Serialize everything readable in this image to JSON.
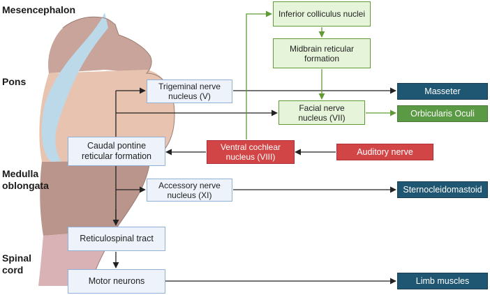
{
  "regions": {
    "mesencephalon": "Mesencephalon",
    "pons": "Pons",
    "medulla": "Medulla\noblongata",
    "spinal": "Spinal\ncord"
  },
  "nodes": {
    "inferior_colliculus": "Inferior colliculus nuclei",
    "midbrain_reticular": "Midbrain reticular formation",
    "trigeminal": "Trigeminal nerve nucleus (V)",
    "facial": "Facial nerve nucleus (VII)",
    "caudal_pontine": "Caudal pontine reticular formation",
    "ventral_cochlear": "Ventral cochlear nucleus (VIII)",
    "auditory_nerve": "Auditory nerve",
    "accessory": "Accessory nerve nucleus (XI)",
    "reticulospinal": "Reticulospinal tract",
    "motor_neurons": "Motor neurons",
    "masseter": "Masseter",
    "orbicularis": "Orbicularis Oculi",
    "sternocleidomastoid": "Sternocleidomastoid",
    "limb_muscles": "Limb muscles"
  },
  "colors": {
    "blue_fill": "#edf2fb",
    "green_fill": "#e6f4d9",
    "red_fill": "#d24547",
    "navy_fill": "#1f5672",
    "dark_green_fill": "#5b9a45",
    "green_arrow": "#5f9a35",
    "black_arrow": "#222222",
    "brainstem_tissue": "#c9a49a",
    "ventricle": "#bcd9ea"
  }
}
